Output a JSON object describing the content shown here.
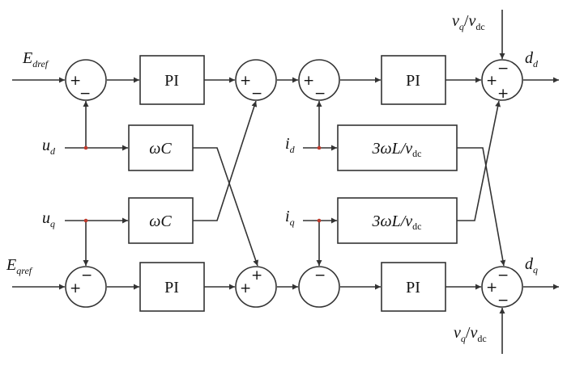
{
  "blocks": {
    "pi_top_1": "PI",
    "pi_top_2": "PI",
    "pi_bot_1": "PI",
    "pi_bot_2": "PI",
    "wc_top": "ωC",
    "wc_bot": "ωC",
    "L_top_main": "3ωL/v",
    "L_top_sub": "dc",
    "L_bot_main": "3ωL/v",
    "L_bot_sub": "dc"
  },
  "signals": {
    "Edref": {
      "main": "E",
      "sub": "dref"
    },
    "Eqref": {
      "main": "E",
      "sub": "qref"
    },
    "ud": {
      "main": "u",
      "sub": "d"
    },
    "uq": {
      "main": "u",
      "sub": "q"
    },
    "id": {
      "main": "i",
      "sub": "d"
    },
    "iq": {
      "main": "i",
      "sub": "q"
    },
    "dd": {
      "main": "d",
      "sub": "d"
    },
    "dq": {
      "main": "d",
      "sub": "q"
    },
    "vq_vdc_top": {
      "v1": "v",
      "s1": "q",
      "slash": "/",
      "v2": "v",
      "s2": "dc"
    },
    "vq_vdc_bot": {
      "v1": "v",
      "s1": "q",
      "slash": "/",
      "v2": "v",
      "s2": "dc"
    }
  },
  "signs": {
    "s1_left": "+",
    "s1_bottom": "−",
    "s2_left": "+",
    "s2_bottom": "−",
    "s3_left": "+",
    "s3_bottom": "−",
    "s4_top": "−",
    "s4_left": "+",
    "s4_bottom": "+",
    "s5_top": "−",
    "s5_left": "+",
    "s6_top": "+",
    "s6_left": "+",
    "s7_top": "−",
    "s8_top": "−",
    "s8_left": "+",
    "s8_bottom": "−"
  }
}
